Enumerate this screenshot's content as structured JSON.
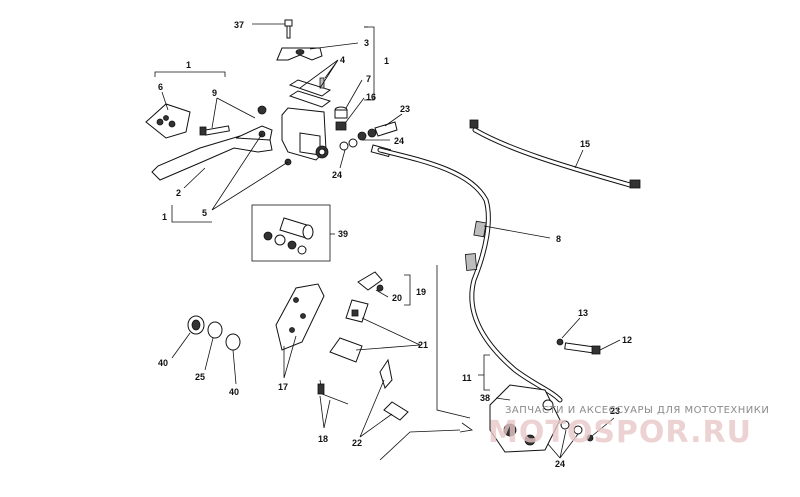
{
  "labels": {
    "l1a": "1",
    "l1b": "1",
    "l1c": "1",
    "l2": "2",
    "l3": "3",
    "l4": "4",
    "l5": "5",
    "l6": "6",
    "l7": "7",
    "l8": "8",
    "l9": "9",
    "l11": "11",
    "l12": "12",
    "l13": "13",
    "l15": "15",
    "l16": "16",
    "l17": "17",
    "l18": "18",
    "l19": "19",
    "l20": "20",
    "l21": "21",
    "l22": "22",
    "l23a": "23",
    "l23b": "23",
    "l24a": "24",
    "l24b": "24",
    "l24c": "24",
    "l25": "25",
    "l37": "37",
    "l38": "38",
    "l39": "39",
    "l40a": "40",
    "l40b": "40"
  },
  "watermark": {
    "tagline": "ЗАПЧАСТИ И АКСЕССУАРЫ ДЛЯ МОТОТЕХНИКИ",
    "brand": "MOTOSPOR.RU"
  }
}
